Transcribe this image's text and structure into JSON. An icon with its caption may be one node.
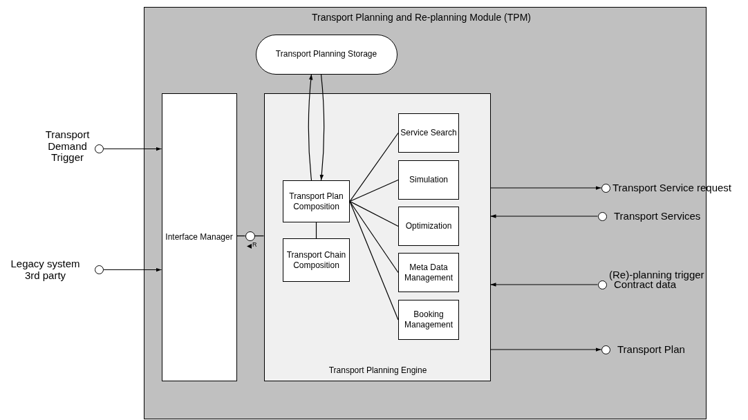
{
  "diagram": {
    "nodes": [
      {
        "text": [
          "Transport Planning and Re-planning Module (TPM)"
        ]
      },
      {
        "text": [
          "Transport Planning Storage"
        ],
        "in": 0
      },
      {
        "text": [
          "Interface Manager"
        ],
        "in": 0
      },
      {
        "text": [
          "Transport Planning Engine"
        ],
        "in": 0
      },
      {
        "text": [
          "Transport Plan Composition"
        ],
        "in": 3
      },
      {
        "text": [
          "Transport Chain Composition"
        ],
        "in": 3
      },
      {
        "text": [
          "Service Search"
        ],
        "in": 3
      },
      {
        "text": [
          "Simulation"
        ],
        "in": 3
      },
      {
        "text": [
          "Optimization"
        ],
        "in": 3
      },
      {
        "text": [
          "Meta Data Management"
        ],
        "in": 3
      },
      {
        "text": [
          "Booking Management"
        ],
        "in": 3
      },
      {
        "text": [],
        "shape": "circle",
        "beside": [
          "R"
        ],
        "in": 0
      },
      {
        "text": [],
        "shape": "circle",
        "beside": [
          "Transport Demand Trigger"
        ]
      },
      {
        "text": [],
        "shape": "circle",
        "beside": [
          "Legacy system 3rd party"
        ]
      },
      {
        "text": [],
        "shape": "circle",
        "beside": [
          "Transport Service request"
        ],
        "in": 0
      },
      {
        "text": [],
        "shape": "circle",
        "beside": [
          "Transport Services"
        ],
        "in": 0
      },
      {
        "text": [],
        "shape": "circle",
        "beside": [
          "(Re)-planning trigger",
          "Contract data"
        ],
        "in": 0
      },
      {
        "text": [],
        "shape": "circle",
        "beside": [
          "Transport Plan"
        ],
        "in": 0
      }
    ],
    "edges": [
      {
        "from": 12,
        "to": 2,
        "arrow": "to"
      },
      {
        "from": 13,
        "to": 2,
        "arrow": "to"
      },
      {
        "from": 4,
        "to": 1,
        "arrow": "to"
      },
      {
        "from": 1,
        "to": 4,
        "arrow": "to"
      },
      {
        "from": 4,
        "to": 5,
        "arrow": "none"
      },
      {
        "from": 4,
        "to": 6,
        "arrow": "none"
      },
      {
        "from": 4,
        "to": 7,
        "arrow": "none"
      },
      {
        "from": 4,
        "to": 8,
        "arrow": "none"
      },
      {
        "from": 4,
        "to": 9,
        "arrow": "none"
      },
      {
        "from": 4,
        "to": 10,
        "arrow": "none"
      },
      {
        "from": 2,
        "to": 11,
        "arrow": "none"
      },
      {
        "from": 11,
        "to": 3,
        "arrow": "none"
      },
      {
        "from": 3,
        "to": 14,
        "arrow": "to"
      },
      {
        "from": 15,
        "to": 3,
        "arrow": "to"
      },
      {
        "from": 16,
        "to": 3,
        "arrow": "to"
      },
      {
        "from": 3,
        "to": 17,
        "arrow": "to"
      }
    ]
  }
}
